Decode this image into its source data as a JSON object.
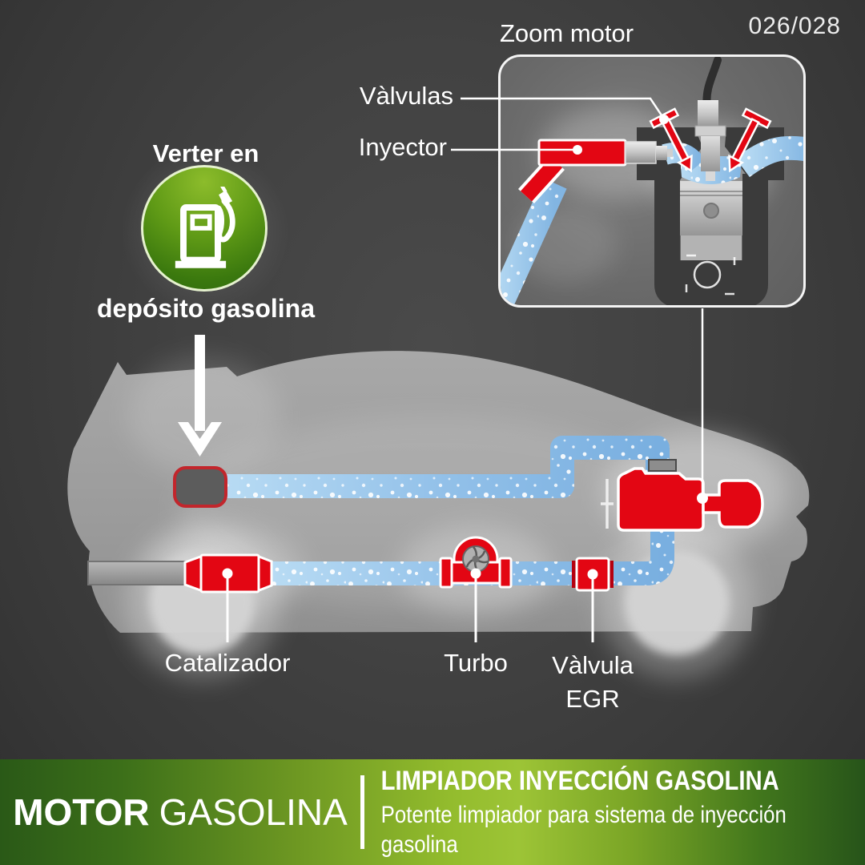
{
  "page": {
    "counter": "026/028"
  },
  "zoom_panel": {
    "title": "Zoom motor",
    "valves_label": "Vàlvulas",
    "injector_label": "Inyector"
  },
  "pour": {
    "action_label": "Verter en",
    "target_label": "depósito gasolina",
    "icon": "fuel-pump-icon"
  },
  "diagram": {
    "catalyst_label": "Catalizador",
    "turbo_label": "Turbo",
    "egr_label_line1": "Vàlvula",
    "egr_label_line2": "EGR"
  },
  "banner": {
    "left_title_bold": "MOTOR",
    "left_title_regular": "GASOLINA",
    "right_title": "LIMPIADOR INYECCIÓN GASOLINA",
    "right_subtitle_lines": [
      "Potente limpiador para sistema de inyección",
      "gasolina"
    ]
  },
  "colors": {
    "background": "#404040",
    "accent_red": "#e30613",
    "fluid_blue_light": "#b9dcf4",
    "fluid_blue_dark": "#79afe0",
    "green_bright": "#9dc436",
    "green_dark": "#2a5917",
    "car_gray": "#9d9d9d",
    "text_white": "#ffffff"
  }
}
